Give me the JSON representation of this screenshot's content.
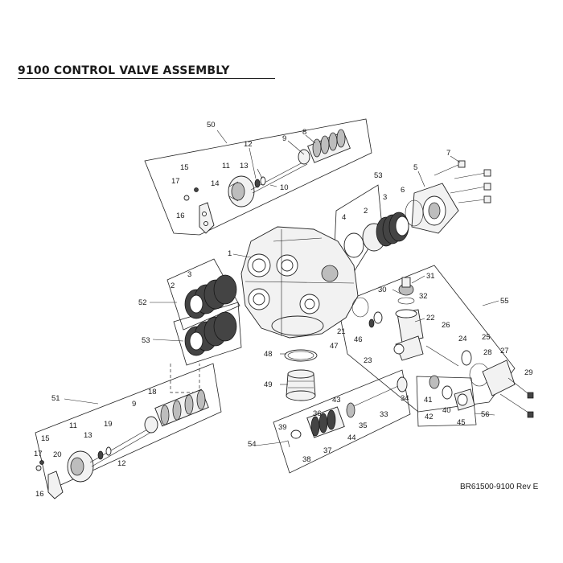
{
  "title": "9100 CONTROL VALVE ASSEMBLY",
  "reference": "BR61500-9100 Rev E",
  "callouts": [
    "1",
    "2",
    "3",
    "4",
    "5",
    "6",
    "7",
    "8",
    "9",
    "10",
    "11",
    "12",
    "13",
    "14",
    "15",
    "16",
    "17",
    "18",
    "19",
    "20",
    "21",
    "22",
    "23",
    "24",
    "25",
    "26",
    "27",
    "28",
    "29",
    "30",
    "31",
    "32",
    "33",
    "34",
    "35",
    "36",
    "37",
    "38",
    "39",
    "40",
    "41",
    "42",
    "43",
    "44",
    "45",
    "46",
    "47",
    "48",
    "49",
    "50",
    "51",
    "52",
    "53",
    "54",
    "55",
    "56"
  ],
  "labels": [
    {
      "id": "l50a",
      "text": "50"
    },
    {
      "id": "l9a",
      "text": "9"
    },
    {
      "id": "l8a",
      "text": "8"
    },
    {
      "id": "l12a",
      "text": "12"
    },
    {
      "id": "l13a",
      "text": "13"
    },
    {
      "id": "l10a",
      "text": "10"
    },
    {
      "id": "l11a",
      "text": "11"
    },
    {
      "id": "l15a",
      "text": "15"
    },
    {
      "id": "l17a",
      "text": "17"
    },
    {
      "id": "l14a",
      "text": "14"
    },
    {
      "id": "l16a",
      "text": "16"
    },
    {
      "id": "l7",
      "text": "7"
    },
    {
      "id": "l5",
      "text": "5"
    },
    {
      "id": "l53a",
      "text": "53"
    },
    {
      "id": "l3a",
      "text": "3"
    },
    {
      "id": "l2a",
      "text": "2"
    },
    {
      "id": "l4",
      "text": "4"
    },
    {
      "id": "l6",
      "text": "6"
    },
    {
      "id": "l1",
      "text": "1"
    },
    {
      "id": "l2b",
      "text": "2"
    },
    {
      "id": "l3b",
      "text": "3"
    },
    {
      "id": "l52",
      "text": "52"
    },
    {
      "id": "l53b",
      "text": "53"
    },
    {
      "id": "l31",
      "text": "31"
    },
    {
      "id": "l30",
      "text": "30"
    },
    {
      "id": "l32",
      "text": "32"
    },
    {
      "id": "l55",
      "text": "55"
    },
    {
      "id": "l22",
      "text": "22"
    },
    {
      "id": "l26",
      "text": "26"
    },
    {
      "id": "l21",
      "text": "21"
    },
    {
      "id": "l47",
      "text": "47"
    },
    {
      "id": "l46",
      "text": "46"
    },
    {
      "id": "l23",
      "text": "23"
    },
    {
      "id": "l24",
      "text": "24"
    },
    {
      "id": "l25",
      "text": "25"
    },
    {
      "id": "l28",
      "text": "28"
    },
    {
      "id": "l27",
      "text": "27"
    },
    {
      "id": "l29",
      "text": "29"
    },
    {
      "id": "l48",
      "text": "48"
    },
    {
      "id": "l49",
      "text": "49"
    },
    {
      "id": "l51",
      "text": "51"
    },
    {
      "id": "l18",
      "text": "18"
    },
    {
      "id": "l9b",
      "text": "9"
    },
    {
      "id": "l11b",
      "text": "11"
    },
    {
      "id": "l19",
      "text": "19"
    },
    {
      "id": "l13b",
      "text": "13"
    },
    {
      "id": "l12b",
      "text": "12"
    },
    {
      "id": "l15b",
      "text": "15"
    },
    {
      "id": "l17b",
      "text": "17"
    },
    {
      "id": "l20",
      "text": "20"
    },
    {
      "id": "l16b",
      "text": "16"
    },
    {
      "id": "l43",
      "text": "43"
    },
    {
      "id": "l34",
      "text": "34"
    },
    {
      "id": "l36",
      "text": "36"
    },
    {
      "id": "l35",
      "text": "35"
    },
    {
      "id": "l33",
      "text": "33"
    },
    {
      "id": "l39",
      "text": "39"
    },
    {
      "id": "l44",
      "text": "44"
    },
    {
      "id": "l37",
      "text": "37"
    },
    {
      "id": "l54",
      "text": "54"
    },
    {
      "id": "l38",
      "text": "38"
    },
    {
      "id": "l41",
      "text": "41"
    },
    {
      "id": "l40",
      "text": "40"
    },
    {
      "id": "l42",
      "text": "42"
    },
    {
      "id": "l45",
      "text": "45"
    },
    {
      "id": "l56",
      "text": "56"
    }
  ]
}
